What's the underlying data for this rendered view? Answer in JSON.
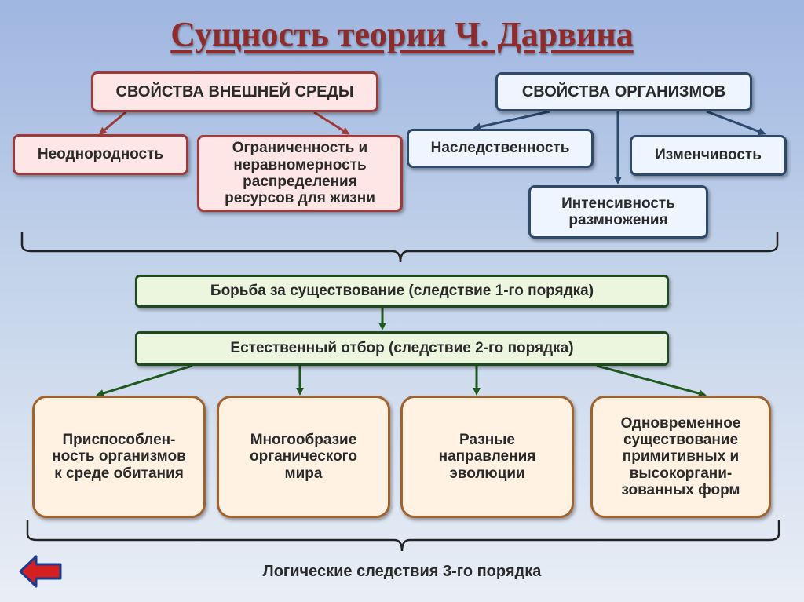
{
  "title": "Сущность теории Ч. Дарвина",
  "environment": {
    "header": "СВОЙСТВА ВНЕШНЕЙ СРЕДЫ",
    "items": [
      "Неоднородность",
      "Ограниченность и неравномерность распределения ресурсов для жизни"
    ]
  },
  "organisms": {
    "header": "СВОЙСТВА ОРГАНИЗМОВ",
    "items": [
      "Наследственность",
      "Изменчивость",
      "Интенсивность размножения"
    ]
  },
  "consequence1": "Борьба за существование (следствие 1-го порядка)",
  "consequence2": "Естественный отбор (следствие 2-го порядка)",
  "results": [
    "Приспособлен-ность организмов к среде обитания",
    "Многообразие органического мира",
    "Разные направления эволюции",
    "Одновременное существование примитивных и высокоргани-зованных форм"
  ],
  "footer": "Логические следствия 3-го порядка",
  "colors": {
    "title": "#8e2b2b",
    "environment_border": "#a03a3a",
    "organisms_border": "#2c4a6b",
    "consequence_border": "#1e4b1e",
    "results_border": "#a3622b",
    "back_arrow": "#d42020"
  },
  "icons": {
    "back": "left-arrow-icon"
  }
}
